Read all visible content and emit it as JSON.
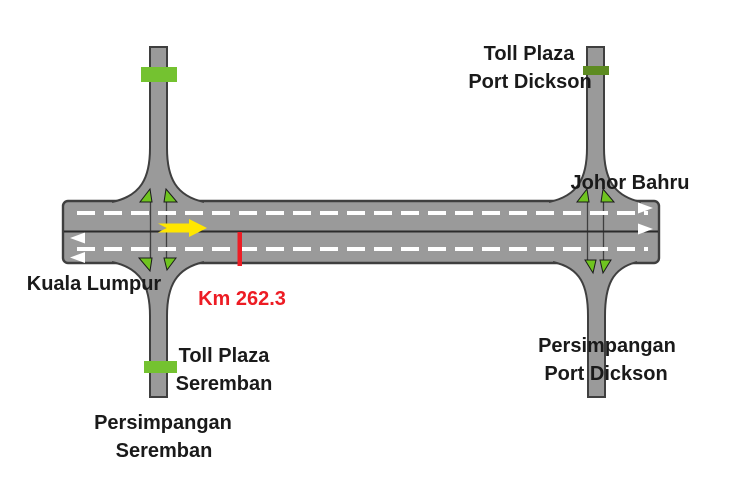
{
  "diagram": {
    "title": "Highway toll plaza location diagram",
    "km_marker": {
      "label": "Km 262.3",
      "value_km": 262.3
    },
    "labels": {
      "toll_plaza_port_dickson": {
        "line1": "Toll Plaza",
        "line2": "Port Dickson"
      },
      "johor_bahru": "Johor Bahru",
      "kuala_lumpur": "Kuala Lumpur",
      "toll_plaza_seremban": {
        "line1": "Toll Plaza",
        "line2": "Seremban"
      },
      "persimpangan_seremban": {
        "line1": "Persimpangan",
        "line2": "Seremban"
      },
      "persimpangan_port_dickson": {
        "line1": "Persimpangan",
        "line2": "Port Dickson"
      }
    },
    "colors": {
      "background": "#ffffff",
      "road": "#9a9a9a",
      "road_outline": "#3f3f3f",
      "median": "#2b2b2b",
      "lane_marking": "#ffffff",
      "toll_bar_green": "#74c230",
      "toll_bar_green_dark": "#5d8b21",
      "gore_green": "#6fc41f",
      "gore_outline": "#1a1a1a",
      "km_red": "#ed1c24",
      "arrow_yellow": "#ffe600",
      "text": "#1a1a1a"
    }
  }
}
